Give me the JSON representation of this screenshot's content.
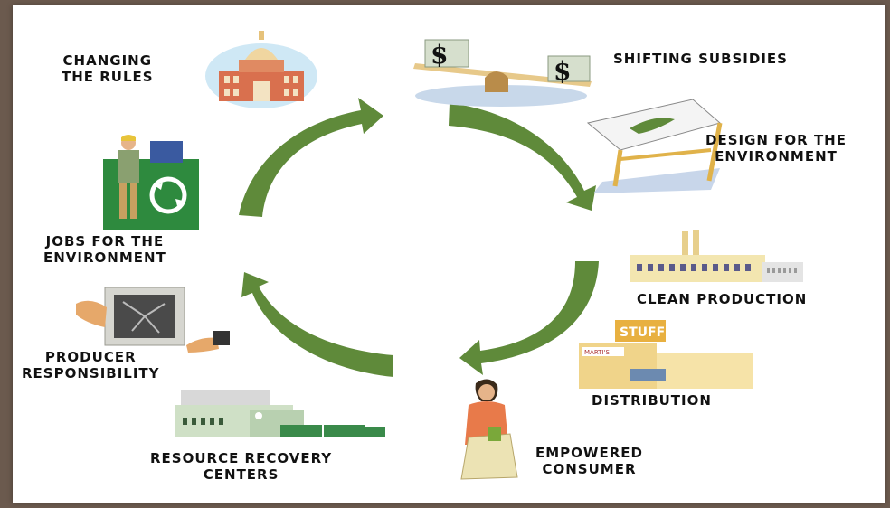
{
  "diagram": {
    "stages": [
      {
        "id": "changing-the-rules",
        "lines": [
          "CHANGING",
          "THE RULES"
        ]
      },
      {
        "id": "shifting-subsidies",
        "lines": [
          "SHIFTING SUBSIDIES"
        ]
      },
      {
        "id": "design-for-the-environment",
        "lines": [
          "DESIGN FOR THE",
          "ENVIRONMENT"
        ]
      },
      {
        "id": "clean-production",
        "lines": [
          "CLEAN PRODUCTION"
        ]
      },
      {
        "id": "distribution",
        "lines": [
          "DISTRIBUTION"
        ]
      },
      {
        "id": "empowered-consumer",
        "lines": [
          "EMPOWERED",
          "CONSUMER"
        ]
      },
      {
        "id": "resource-recovery-centers",
        "lines": [
          "RESOURCE RECOVERY",
          "CENTERS"
        ]
      },
      {
        "id": "producer-responsibility",
        "lines": [
          "PRODUCER",
          "RESPONSIBILITY"
        ]
      },
      {
        "id": "jobs-for-the-environment",
        "lines": [
          "JOBS FOR THE",
          "ENVIRONMENT"
        ]
      }
    ],
    "illustration_text": {
      "scale_left_symbol": "$",
      "scale_right_symbol": "$",
      "store_sign": "STUFF",
      "store_name": "MARTI'S"
    },
    "colors": {
      "arrow": "#5f8a3a",
      "frame": "#6b5a4e",
      "panel": "#ffffff"
    },
    "icons": [
      "capitol-building-icon",
      "balance-scale-icon",
      "drafting-table-icon",
      "factory-icon",
      "store-icon",
      "shopper-icon",
      "recovery-center-icon",
      "broken-monitor-icon",
      "recycling-worker-icon"
    ]
  }
}
